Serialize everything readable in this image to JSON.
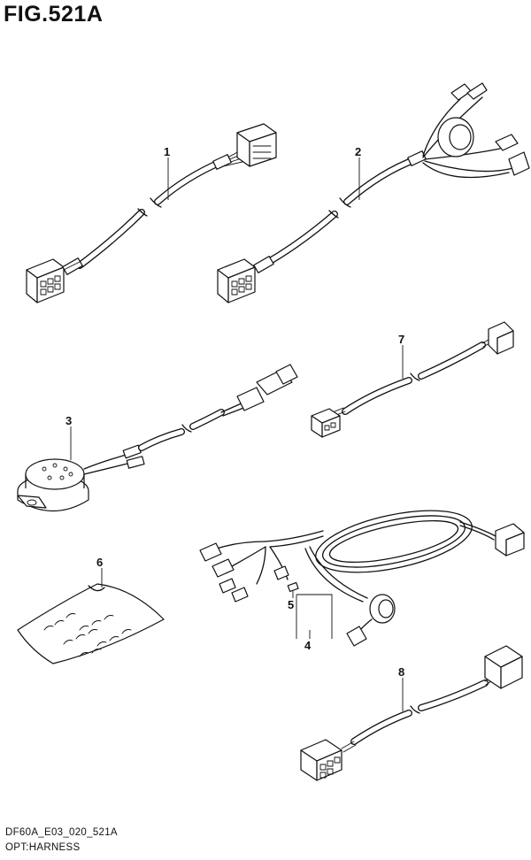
{
  "title": "FIG.521A",
  "footer": {
    "code": "DF60A_E03_020_521A",
    "caption": "OPT:HARNESS"
  },
  "callouts": [
    "1",
    "2",
    "3",
    "4",
    "5",
    "6",
    "7",
    "8"
  ]
}
